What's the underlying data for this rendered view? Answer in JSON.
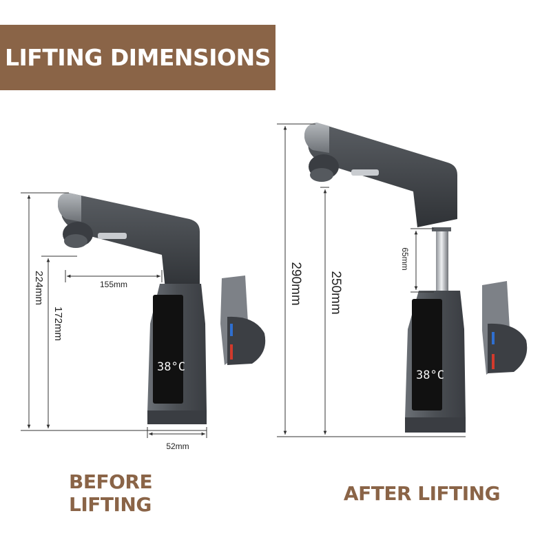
{
  "banner": {
    "title": "LIFTING DIMENSIONS",
    "color": "#8a6447"
  },
  "before": {
    "caption": "BEFORE LIFTING",
    "display_temp": "38°C",
    "dim_total_height": "224mm",
    "dim_spout_height": "172mm",
    "dim_reach": "155mm",
    "dim_base": "52mm"
  },
  "after": {
    "caption": "AFTER LIFTING",
    "display_temp": "38°C",
    "dim_total_height": "290mm",
    "dim_spout_height": "250mm",
    "dim_lift": "65mm"
  },
  "colors": {
    "faucet_body": "#4b4f54",
    "faucet_dark": "#2c2f33",
    "faucet_light": "#8a8e93",
    "display": "#111111",
    "hot_mark": "#d23a2c",
    "cold_mark": "#2f6fd0"
  }
}
